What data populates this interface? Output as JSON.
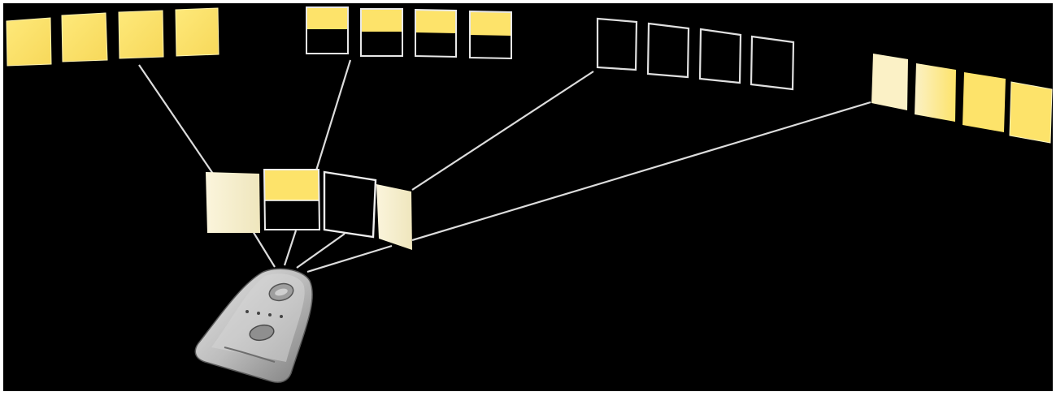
{
  "colors": {
    "background": "#000000",
    "frame": "#ffffff",
    "light_yellow": "#fde36a",
    "pale_cream": "#f8f1d4",
    "outline": "#e8e8e8",
    "connector": "#dcdcdc",
    "device": "#c8c8c8"
  },
  "diagram": {
    "hub_device": {
      "icon": "remote-control-device"
    },
    "center_panels": [
      {
        "name": "center-panel-full",
        "fill": "full"
      },
      {
        "name": "center-panel-half",
        "fill": "half"
      },
      {
        "name": "center-panel-empty",
        "fill": "none"
      },
      {
        "name": "center-panel-pale",
        "fill": "pale"
      }
    ],
    "groups": [
      {
        "name": "group-full-yellow",
        "fill": "full",
        "count": 4
      },
      {
        "name": "group-half-yellow",
        "fill": "half",
        "count": 4
      },
      {
        "name": "group-empty",
        "fill": "none",
        "count": 4
      },
      {
        "name": "group-fading",
        "fill": "fading",
        "count": 4
      }
    ]
  }
}
